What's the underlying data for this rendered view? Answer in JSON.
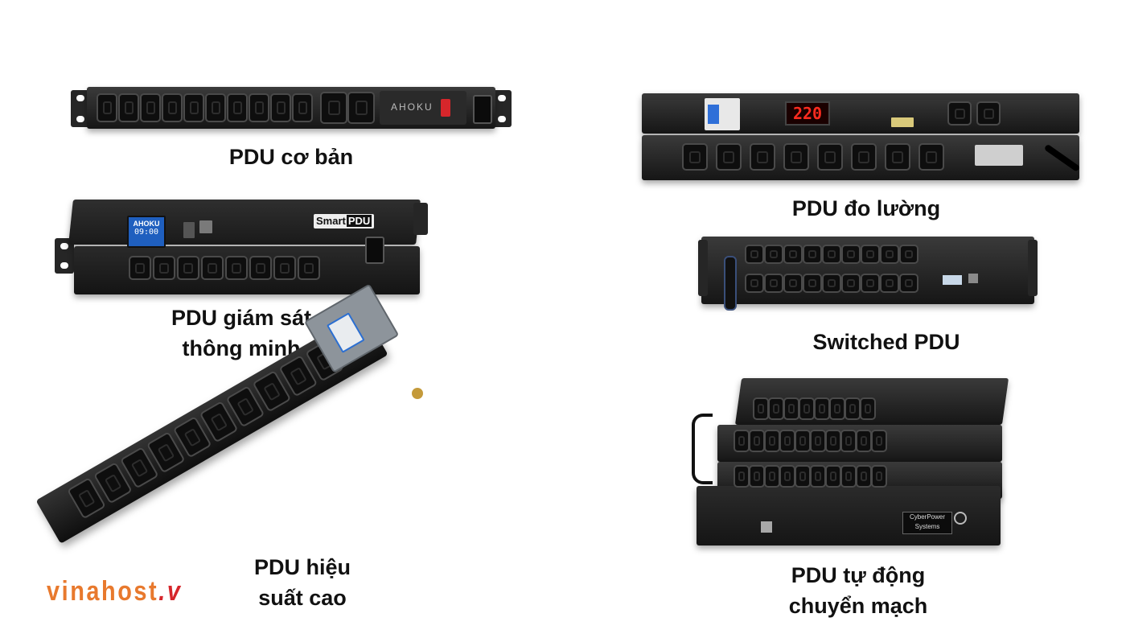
{
  "products": [
    {
      "id": "basic",
      "caption": "PDU cơ bản",
      "brand": "AHOKU"
    },
    {
      "id": "smart",
      "caption_line1": "PDU giám sát",
      "caption_line2": "thông minh",
      "screen_brand": "AHOKU",
      "screen_time": "09:00",
      "panel_label_a": "Smart",
      "panel_label_b": "PDU"
    },
    {
      "id": "high",
      "caption_line1": "PDU hiệu",
      "caption_line2": "suất cao"
    },
    {
      "id": "metered",
      "caption": "PDU đo lường",
      "display": "220"
    },
    {
      "id": "switched",
      "caption": "Switched PDU"
    },
    {
      "id": "ats",
      "caption_line1": "PDU tự động",
      "caption_line2": "chuyển mạch",
      "panel_brand_line1": "CyberPower",
      "panel_brand_line2": "Systems"
    }
  ],
  "watermark": {
    "text": "vinahost",
    "suffix": ".v"
  },
  "colors": {
    "accent_red": "#d6262b",
    "watermark_orange": "#e8792d"
  }
}
